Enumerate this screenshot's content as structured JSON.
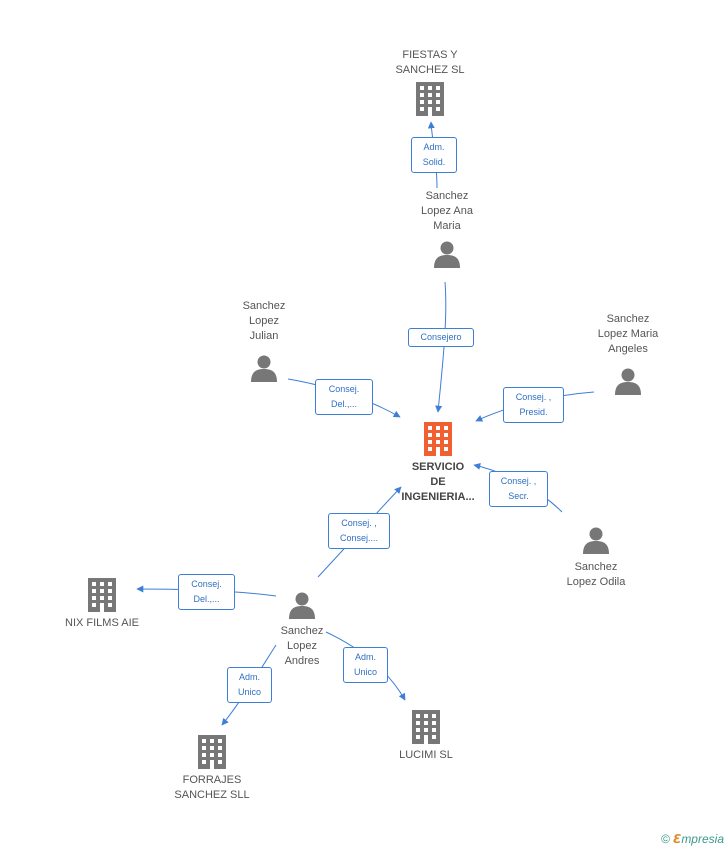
{
  "nodes": {
    "fiestas": {
      "label": "FIESTAS Y\nSANCHEZ SL",
      "kind": "company"
    },
    "ana": {
      "label": "Sanchez\nLopez Ana\nMaria",
      "kind": "person"
    },
    "julian": {
      "label": "Sanchez\nLopez\nJulian",
      "kind": "person"
    },
    "angeles": {
      "label": "Sanchez\nLopez Maria\nAngeles",
      "kind": "person"
    },
    "servicio": {
      "label": "SERVICIO\nDE\nINGENIERIA...",
      "kind": "company-main"
    },
    "odila": {
      "label": "Sanchez\nLopez Odila",
      "kind": "person"
    },
    "nix": {
      "label": "NIX FILMS AIE",
      "kind": "company"
    },
    "andres": {
      "label": "Sanchez\nLopez\nAndres",
      "kind": "person"
    },
    "forrajes": {
      "label": "FORRAJES\nSANCHEZ  SLL",
      "kind": "company"
    },
    "lucimi": {
      "label": "LUCIMI SL",
      "kind": "company"
    }
  },
  "relations": {
    "adm_solid": "Adm.\nSolid.",
    "consejero": "Consejero",
    "consej_del_julian": "Consej.\nDel.,...",
    "consej_presid": "Consej. ,\nPresid.",
    "consej_secr": "Consej. ,\nSecr.",
    "consej_consej": "Consej. ,\nConsej....",
    "consej_del_nix": "Consej.\nDel.,...",
    "adm_unico_forrajes": "Adm.\nUnico",
    "adm_unico_lucimi": "Adm.\nUnico"
  },
  "colors": {
    "edge": "#3d7ed6",
    "main_company": "#f06030",
    "icon": "#777777"
  },
  "icons": {
    "company": "building-icon",
    "person": "person-icon"
  },
  "brand": {
    "copyright": "©",
    "e": "ℇ",
    "name": "mpresia"
  }
}
